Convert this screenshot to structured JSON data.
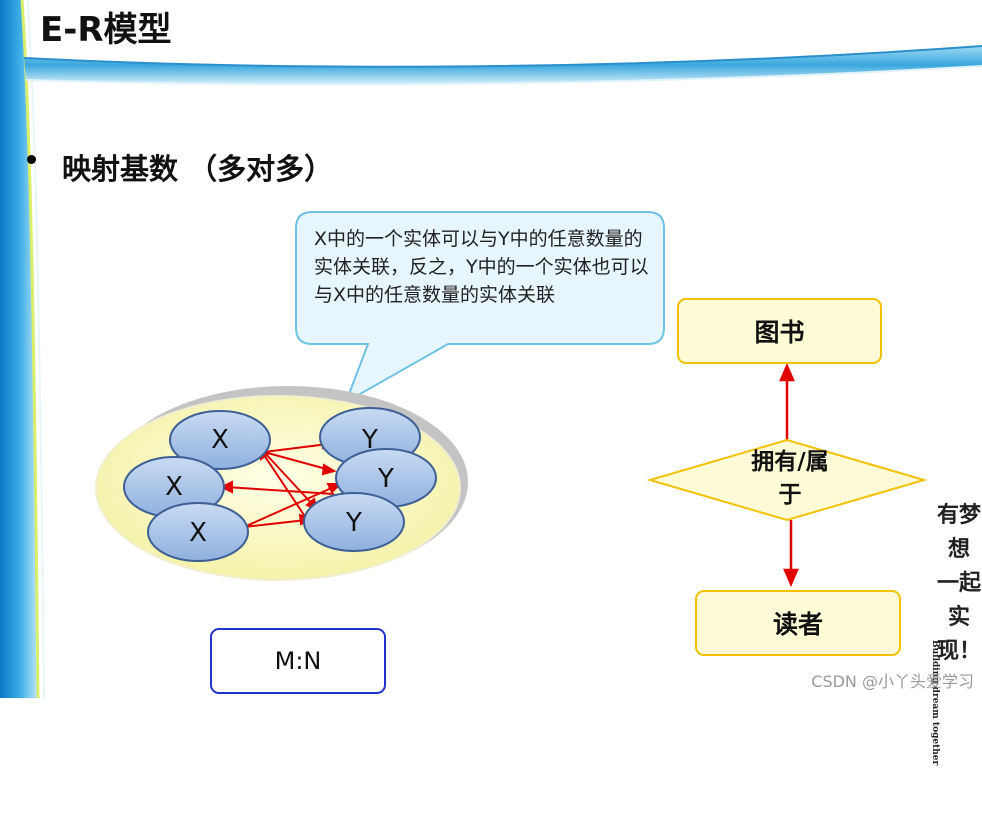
{
  "slide": {
    "title": "E-R模型",
    "bullet": "映射基数 （多对多）"
  },
  "callout": {
    "text": "X中的一个实体可以与Y中的任意数量的实体关联，反之，Y中的一个实体也可以与X中的任意数量的实体关联"
  },
  "mapping": {
    "x_nodes": [
      "X",
      "X",
      "X"
    ],
    "y_nodes": [
      "Y",
      "Y",
      "Y"
    ],
    "label": "M:N"
  },
  "er": {
    "entity_top": "图书",
    "relationship": "拥有/属于",
    "relationship_line1": "拥有/属",
    "relationship_line2": "于",
    "entity_bottom": "读者"
  },
  "brand": {
    "slogan": "有梦想 一起实现！",
    "english": "Building dream together"
  },
  "watermark": "CSDN @小丫头爱学习",
  "colors": {
    "accent_blue": "#3aa6dc",
    "arrow_red": "#e00000",
    "entity_fill": "#fffbd6",
    "entity_border": "#f2c100",
    "node_fill": "#a9c4e8",
    "node_border": "#3d5f96"
  }
}
